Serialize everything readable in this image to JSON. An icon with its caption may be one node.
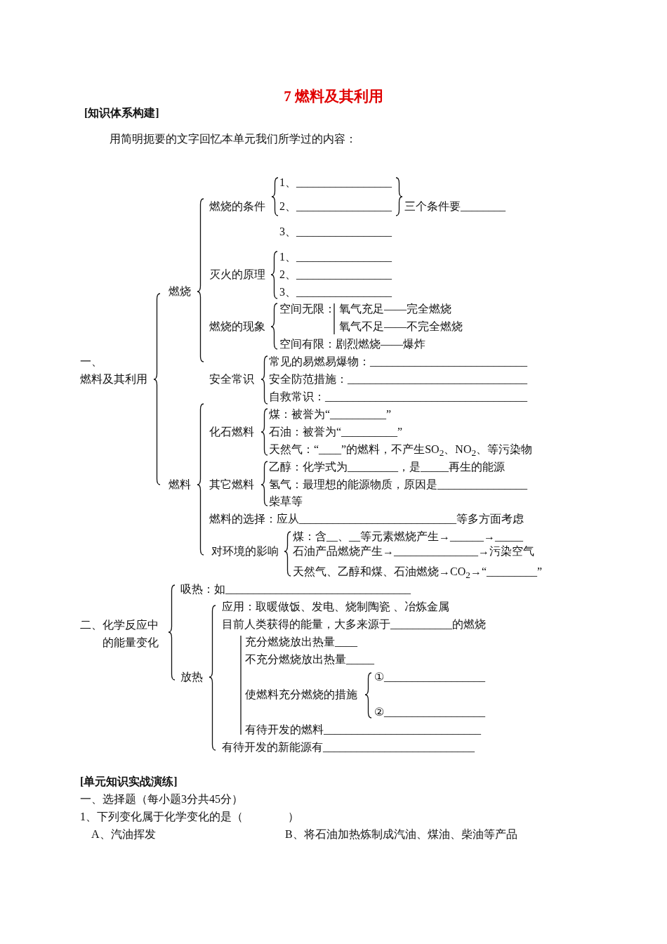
{
  "diagram": {
    "title": "7 燃料及其利用",
    "labels": [
      "[知识体系构建]",
      "用简明扼要的文字回忆本单元我们所学过的内容：",
      "1、_________________",
      "燃烧的条件",
      "2、_________________",
      "三个条件要________",
      "3、_________________",
      "1、_________________",
      "灭火的原理",
      "2、_________________",
      "燃烧",
      "3、_________________",
      "空间无限：",
      "氧气充足——完全燃烧",
      "燃烧的现象",
      "氧气不足——不完全燃烧",
      "空间有限：剧烈燃烧——爆炸",
      "一、",
      "常见的易燃易爆物：____________________________",
      "燃料及其利用",
      "安全常识",
      "安全防范措施：________________________________",
      "自救常识：____________________________________",
      "煤：被誉为“__________”",
      "化石燃料",
      "石油：被誉为“__________”",
      "天然气：“____”的燃料，不产生SO$_{2}$、NO$_{2}$、等污染物",
      "乙醇：化学式为_________，是_____再生的能源",
      "燃料",
      "其它燃料",
      "氢气：最理想的能源物质，原因是________________",
      "柴草等",
      "燃料的选择：应从____________________________等多方面考虑",
      "煤：含__、__等元素燃烧产生→______→_____",
      "对环境的影响",
      "石油产品燃烧产生→_______________→污染空气",
      "天然气、乙醇和煤、石油燃烧→CO$_{2}$→“_________”",
      "吸热：如_________________________________",
      "应用：取暖做饭、发电、烧制陶瓷 、冶炼金属",
      "二、化学反应中的能量变化",
      "目前人类获得的能量，大多来源于___________的燃烧",
      "充分燃烧放出热量____",
      "不充分燃烧放出热量_____",
      "放热",
      "①__________________",
      "使燃料充分燃烧的措施",
      "②__________________",
      "有待开发的燃料____________________________",
      "有待开发的新能源有___________________________",
      "[单元知识实战演练]",
      "一、选择题（每小题3分共45分）",
      "1、下列变化属于化学变化的是（　　　　）",
      "A、汽油挥发",
      "B、将石油加热炼制成汽油、煤油、柴油等产品"
    ]
  }
}
